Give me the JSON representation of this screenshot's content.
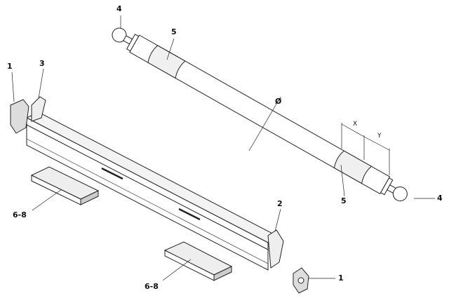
{
  "labels": {
    "part1_left": "1",
    "part1_right": "1",
    "part2": "2",
    "part3": "3",
    "part4_left": "4",
    "part4_right": "4",
    "part5_left": "5",
    "part5_right": "5",
    "part6_8_left": "6-8",
    "part6_8_right": "6-8"
  },
  "dimensions": {
    "diameter": "Ø",
    "x": "X",
    "y": "Y"
  },
  "colors": {
    "line": "#222222",
    "fill": "#ffffff",
    "shade": "#e6e6e6"
  }
}
